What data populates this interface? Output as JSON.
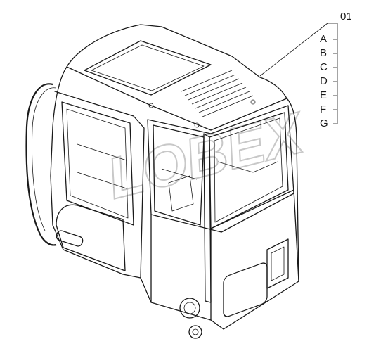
{
  "part_number": "01",
  "callout_letters": [
    "A",
    "B",
    "C",
    "D",
    "E",
    "F",
    "G"
  ],
  "watermark": "LOBEX"
}
